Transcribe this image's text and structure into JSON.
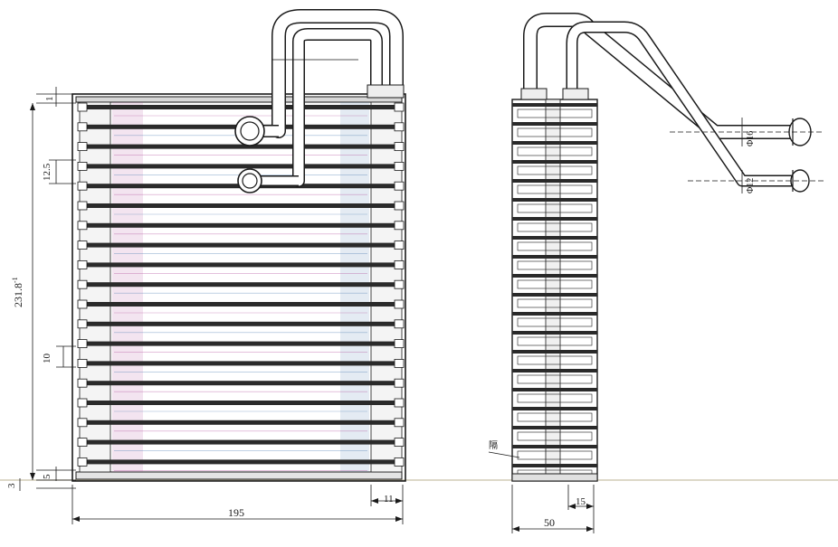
{
  "drawing": {
    "front_view": {
      "dimensions": {
        "height_total": "231.8",
        "height_total_tol": "-1",
        "top_offset": "1",
        "tube_pitch": "12.5",
        "fin_pitch": "10",
        "bottom_plate": "5",
        "base_offset": "3",
        "width": "195",
        "header_width": "11"
      }
    },
    "side_view": {
      "dimensions": {
        "depth": "50",
        "header_depth": "15",
        "pipe_upper_dia": "Φ16",
        "pipe_lower_dia": "Φ12"
      },
      "baffle_label": "隔"
    }
  },
  "colors": {
    "line": "#1a1a1a",
    "tube": "#2a2a2a",
    "fin": "#b04a9a",
    "fin_alt": "#4a7ab0",
    "paper": "#ffffff",
    "baseline": "#c8c0a8"
  }
}
